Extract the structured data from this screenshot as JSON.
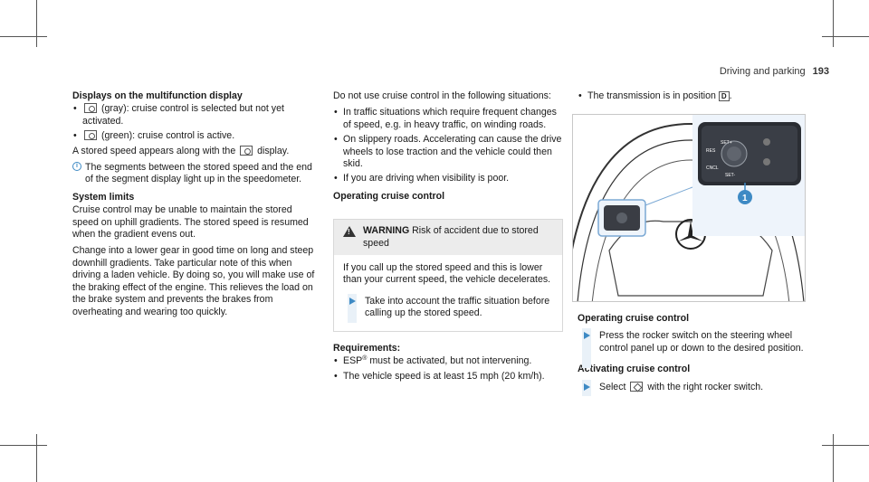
{
  "header": {
    "section": "Driving and parking",
    "page": "193"
  },
  "col1": {
    "heading1": "Displays on the multifunction display",
    "item_gray": "(gray): cruise control is selected but not yet activated.",
    "item_green": "(green): cruise control is active.",
    "stored_before": "A stored speed appears along with the",
    "stored_after": "display.",
    "note": "The segments between the stored speed and the end of the segment display light up in the speedometer.",
    "heading2": "System limits",
    "limits_text": "Cruise control may be unable to maintain the stored speed on uphill gradients. The stored speed is resumed when the gradient evens out.",
    "gear_text": "Change into a lower gear in good time on long and steep downhill gradients. Take particular note of this when driving a laden vehicle. By doing so, you will make use of the braking effect of the engine. This relieves the load on the brake system and prevents the brakes from overheating and wearing too quickly."
  },
  "col2": {
    "intro": "Do not use cruise control in the following situations:",
    "bullets": [
      "In traffic situations which require frequent changes of speed, e.g. in heavy traffic, on winding roads.",
      "On slippery roads. Accelerating can cause the drive wheels to lose traction and the vehicle could then skid.",
      "If you are driving when visibility is poor."
    ],
    "heading": "Operating cruise control",
    "warning_label": "WARNING",
    "warning_title": "Risk of accident due to stored speed",
    "warning_body": "If you call up the stored speed and this is lower than your current speed, the vehicle decelerates.",
    "warning_step": "Take into account the traffic situation before calling up the stored speed.",
    "req_heading": "Requirements:",
    "req_esp": "ESP",
    "req_esp_reg": "®",
    "req_esp_rest": "must be activated, but not intervening.",
    "req_speed": "The vehicle speed is at least 15 mph (20 km/h)."
  },
  "col3": {
    "transmission": "The transmission is in position",
    "gear_pos": "D",
    "heading": "Operating cruise control",
    "step1": "Press the rocker switch on the steering wheel control panel up or down to the desired position.",
    "heading2": "Activating cruise control",
    "step2_before": "Select",
    "step2_after": "with the right rocker switch."
  },
  "figure": {
    "callout": "1",
    "btn_set_top": "SET+",
    "btn_res": "RES",
    "btn_cncl": "CNCL",
    "btn_set_bottom": "SET-",
    "colors": {
      "callout_blue": "#3e8ac4",
      "panel": "#2a2d33"
    }
  }
}
